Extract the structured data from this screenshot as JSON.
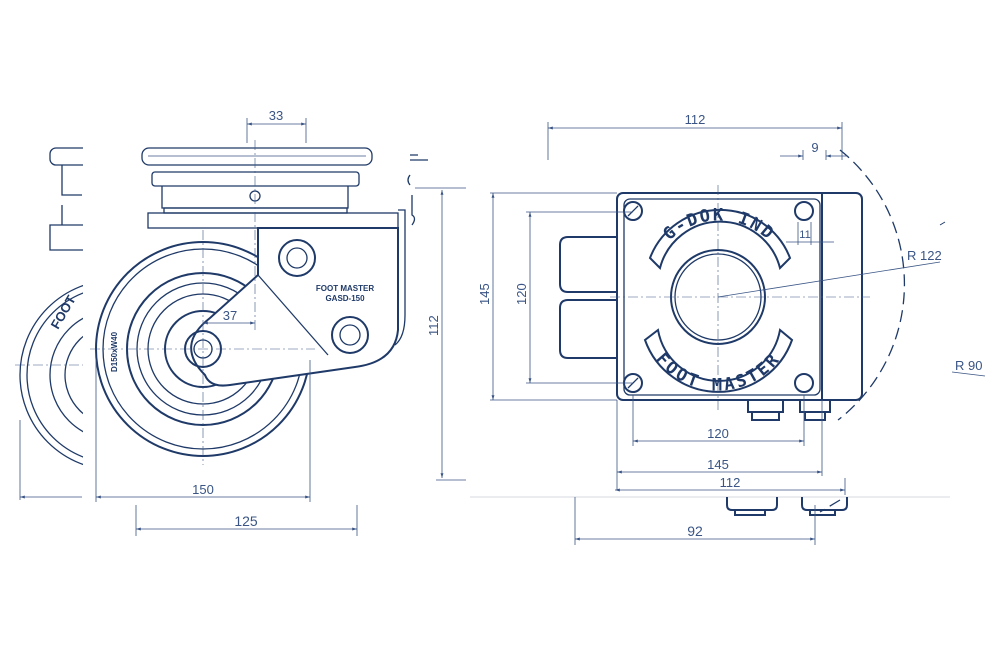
{
  "title": "Foot Master GASD-150 caster technical drawing",
  "colors": {
    "line": "#1f3a68",
    "dimension": "#3a5585"
  },
  "side_view": {
    "wheel_label": "D150xW40",
    "bracket_label_1": "FOOT MASTER",
    "bracket_label_2": "GASD-150",
    "partial_wheel_label": "FOOT",
    "dims": {
      "offset_top": "33",
      "offset_axle": "37",
      "wheel_diameter": "150",
      "base_width": "125",
      "height": "112"
    }
  },
  "top_view": {
    "arc_text_top": "G-DOK IND",
    "arc_text_bottom": "FOOT MASTER",
    "dims": {
      "top_width": "112",
      "small_offset": "9",
      "hole_offset": "11",
      "plate_height": "145",
      "hole_spacing_v": "120",
      "radius_swivel": "R 122",
      "radius_small": "R 90",
      "hole_spacing_h": "120",
      "plate_width": "145",
      "overall_width": "112",
      "bottom_width": "92"
    }
  }
}
